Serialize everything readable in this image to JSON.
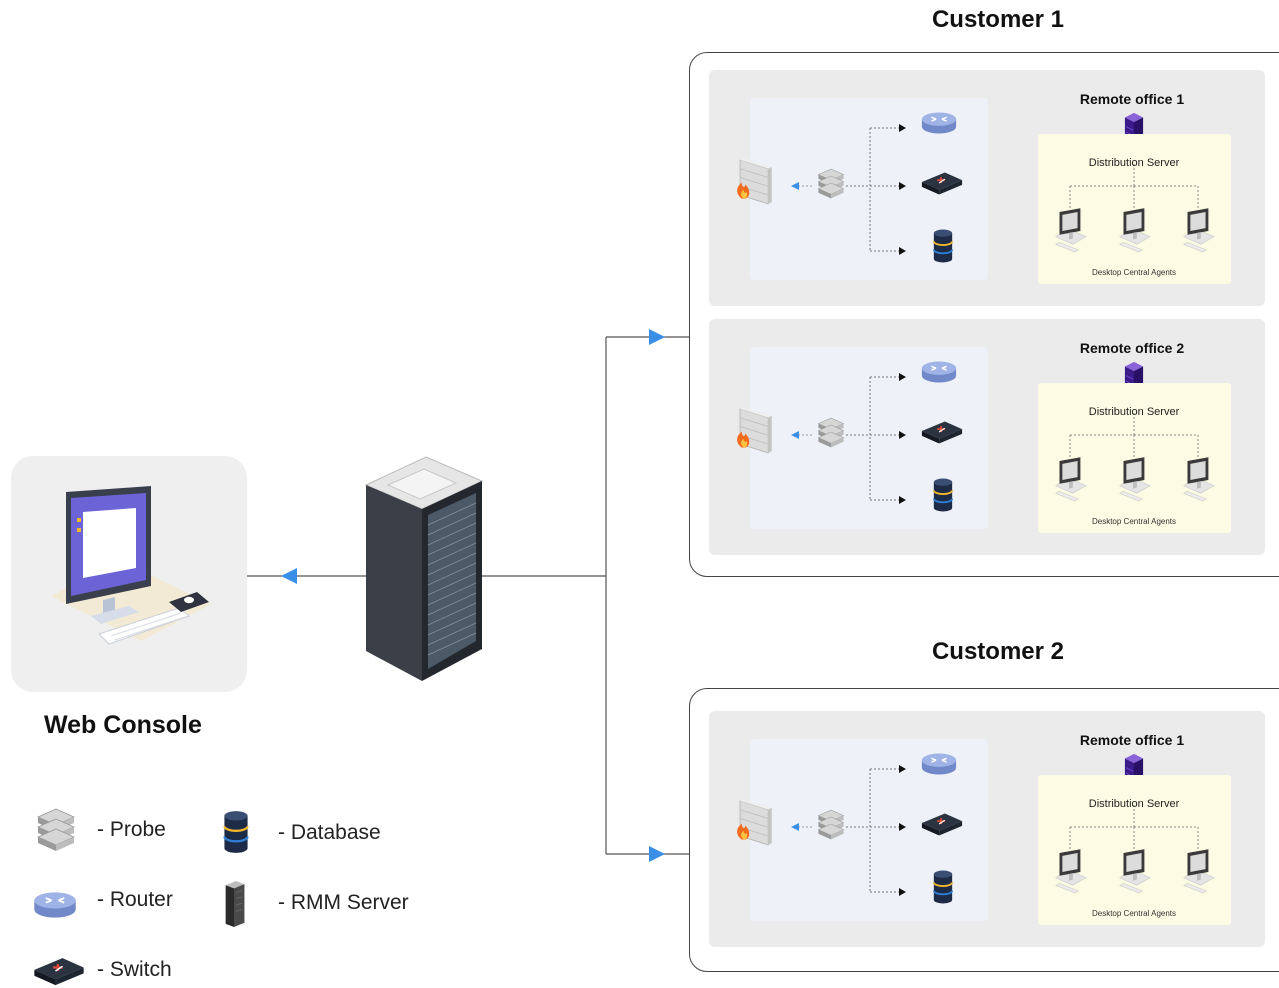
{
  "customers": [
    {
      "title": "Customer 1",
      "offices": [
        {
          "title": "Remote office 1",
          "server_label": "Distribution Server",
          "agents_label": "Desktop Central Agents"
        },
        {
          "title": "Remote office 2",
          "server_label": "Distribution Server",
          "agents_label": "Desktop Central Agents"
        }
      ]
    },
    {
      "title": "Customer 2",
      "offices": [
        {
          "title": "Remote office 1",
          "server_label": "Distribution Server",
          "agents_label": "Desktop Central Agents"
        }
      ]
    }
  ],
  "web_console": {
    "title": "Web Console"
  },
  "legend": [
    {
      "icon": "probe-icon",
      "label": "- Probe"
    },
    {
      "icon": "database-icon",
      "label": "- Database"
    },
    {
      "icon": "router-icon",
      "label": "- Router"
    },
    {
      "icon": "rmm-server-icon",
      "label": "- RMM Server"
    },
    {
      "icon": "switch-icon",
      "label": "- Switch"
    }
  ],
  "colors": {
    "arrow": "#3a8ee6",
    "office_bg": "#ebebeb",
    "net_panel": "#eef1f8",
    "ds_panel": "#fcfbe3",
    "server_purple": "#3b1a8a"
  }
}
